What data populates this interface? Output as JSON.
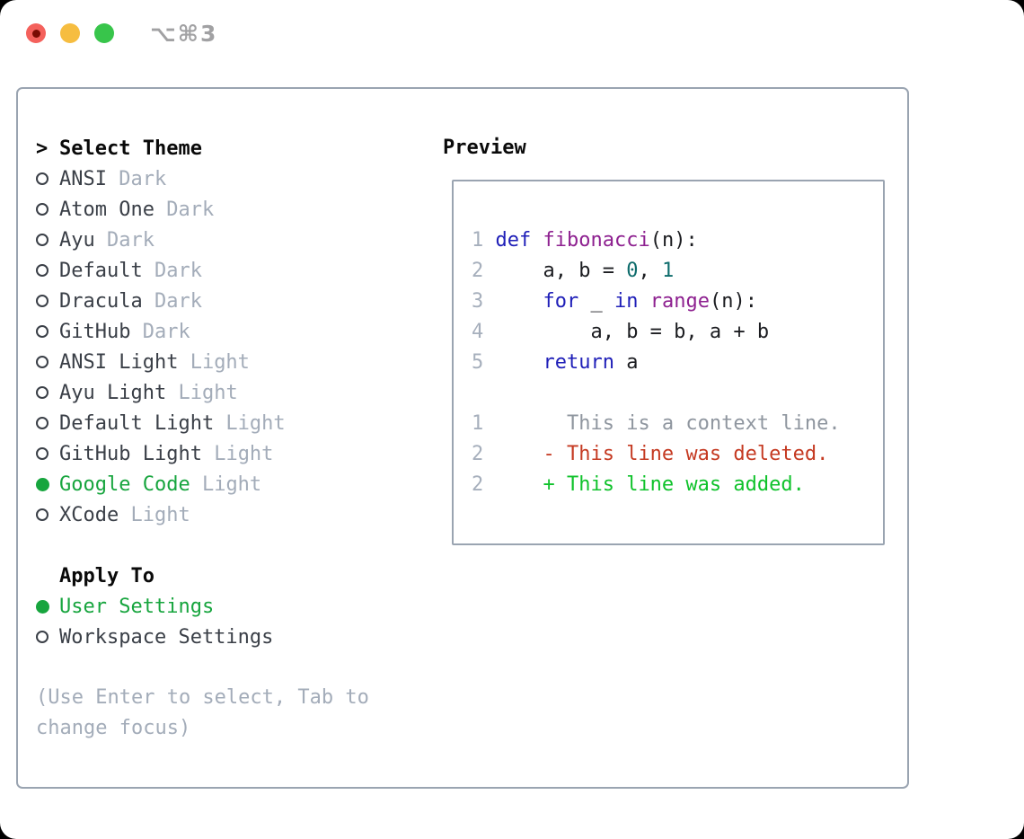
{
  "window": {
    "title": "⌥⌘3",
    "controls": [
      {
        "name": "close-button",
        "color": "red",
        "has_inner_dot": true
      },
      {
        "name": "minimize-button",
        "color": "yellow",
        "has_inner_dot": false
      },
      {
        "name": "zoom-button",
        "color": "green",
        "has_inner_dot": false
      }
    ]
  },
  "theme_panel": {
    "cursor": ">",
    "header": "Select Theme",
    "themes": [
      {
        "name": "ANSI",
        "variant": "Dark",
        "selected": false
      },
      {
        "name": "Atom One",
        "variant": "Dark",
        "selected": false
      },
      {
        "name": "Ayu",
        "variant": "Dark",
        "selected": false
      },
      {
        "name": "Default",
        "variant": "Dark",
        "selected": false
      },
      {
        "name": "Dracula",
        "variant": "Dark",
        "selected": false
      },
      {
        "name": "GitHub",
        "variant": "Dark",
        "selected": false
      },
      {
        "name": "ANSI Light",
        "variant": "Light",
        "selected": false
      },
      {
        "name": "Ayu Light",
        "variant": "Light",
        "selected": false
      },
      {
        "name": "Default Light",
        "variant": "Light",
        "selected": false
      },
      {
        "name": "GitHub Light",
        "variant": "Light",
        "selected": false
      },
      {
        "name": "Google Code",
        "variant": "Light",
        "selected": true
      },
      {
        "name": "XCode",
        "variant": "Light",
        "selected": false
      }
    ],
    "apply_to": {
      "header": "Apply To",
      "options": [
        {
          "name": "User Settings",
          "selected": true
        },
        {
          "name": "Workspace Settings",
          "selected": false
        }
      ]
    },
    "help": "(Use Enter to select, Tab to change focus)"
  },
  "preview": {
    "label": "Preview",
    "lines": [
      {
        "kind": "code",
        "tokens": [
          [
            "ln",
            "1 "
          ],
          [
            "k",
            "def"
          ],
          [
            "p",
            " "
          ],
          [
            "fn",
            "fibonacci"
          ],
          [
            "p",
            "(n):"
          ]
        ]
      },
      {
        "kind": "code",
        "tokens": [
          [
            "ln",
            "2 "
          ],
          [
            "p",
            "    a, b = "
          ],
          [
            "num",
            "0"
          ],
          [
            "p",
            ", "
          ],
          [
            "num",
            "1"
          ]
        ]
      },
      {
        "kind": "code",
        "tokens": [
          [
            "ln",
            "3 "
          ],
          [
            "p",
            "    "
          ],
          [
            "k",
            "for"
          ],
          [
            "p",
            " _ "
          ],
          [
            "k",
            "in"
          ],
          [
            "p",
            " "
          ],
          [
            "fn",
            "range"
          ],
          [
            "p",
            "(n):"
          ]
        ]
      },
      {
        "kind": "code",
        "tokens": [
          [
            "ln",
            "4 "
          ],
          [
            "p",
            "        a, b = b, a + b"
          ]
        ]
      },
      {
        "kind": "code",
        "tokens": [
          [
            "ln",
            "5 "
          ],
          [
            "p",
            "    "
          ],
          [
            "k",
            "return"
          ],
          [
            "p",
            " a"
          ]
        ]
      },
      {
        "kind": "blank",
        "tokens": []
      },
      {
        "kind": "diff-context",
        "tokens": [
          [
            "ln",
            "1 "
          ],
          [
            "ctx",
            "      This is a context line."
          ]
        ]
      },
      {
        "kind": "diff-deleted",
        "tokens": [
          [
            "ln",
            "2 "
          ],
          [
            "del",
            "    - This line was deleted."
          ]
        ]
      },
      {
        "kind": "diff-added",
        "tokens": [
          [
            "ln",
            "2 "
          ],
          [
            "add",
            "    + This line was added."
          ]
        ]
      }
    ]
  },
  "colors": {
    "window_bg": "#ffffff",
    "border": "#9aa4b1",
    "title_text": "#a1a1a3",
    "traffic_red": "#f4615c",
    "traffic_red_dot": "#7a0b03",
    "traffic_yellow": "#f6bd40",
    "traffic_green": "#38c54b",
    "text_header": "#0a0a0a",
    "text_dark": "#3a3f47",
    "muted": "#a3acb9",
    "select_green": "#17a53e",
    "line_number": "#a6afbc",
    "keyword": "#1f1fb8",
    "function": "#8e2190",
    "number": "#0e6c6c",
    "plain": "#1b1c20",
    "context": "#8f969f",
    "deleted": "#c53a22",
    "added": "#0fc22b"
  }
}
